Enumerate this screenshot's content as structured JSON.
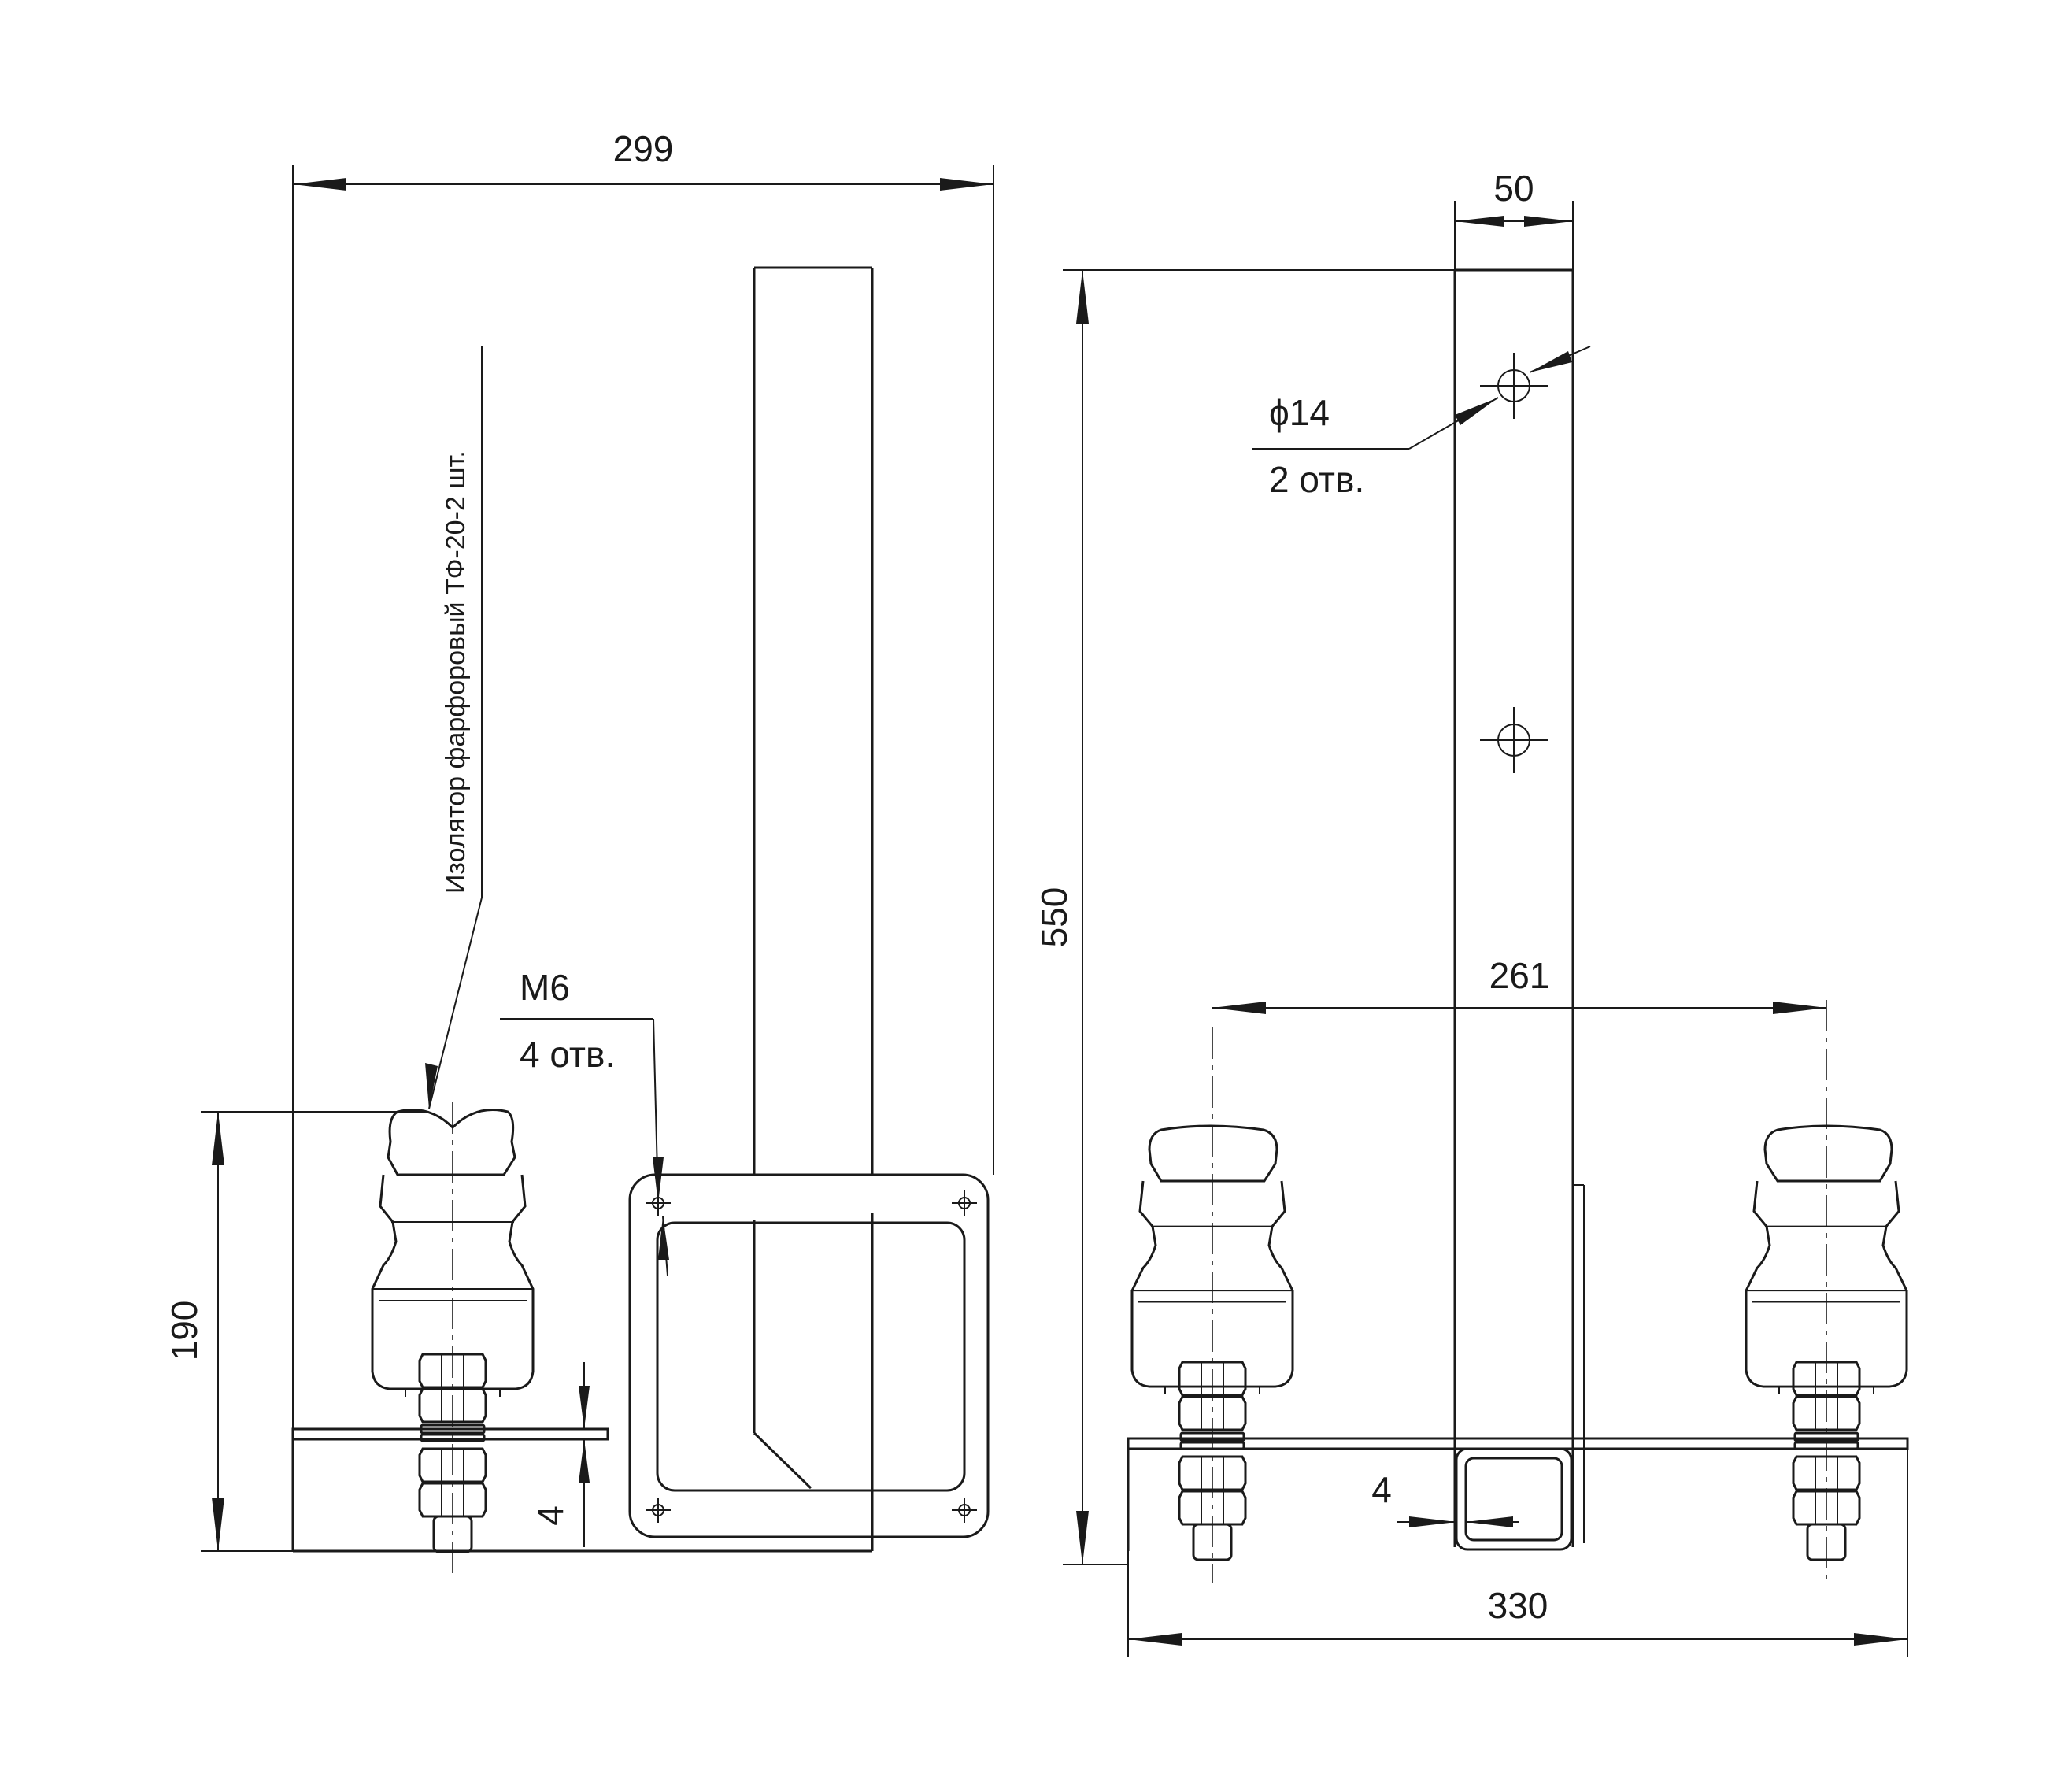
{
  "dimensions": {
    "overall_width": "299",
    "post_width": "50",
    "height": "550",
    "insulator_height": "190",
    "insulator_spacing": "261",
    "base_width": "330",
    "plate_thickness_left": "4",
    "wall_thickness_right": "4"
  },
  "callouts": {
    "hole_diameter": "ϕ14",
    "hole_count": "2 отв.",
    "thread": "M6",
    "thread_count": "4 отв.",
    "insulator_note": "Изолятор фарфоровый ТФ-20-2 шт."
  }
}
